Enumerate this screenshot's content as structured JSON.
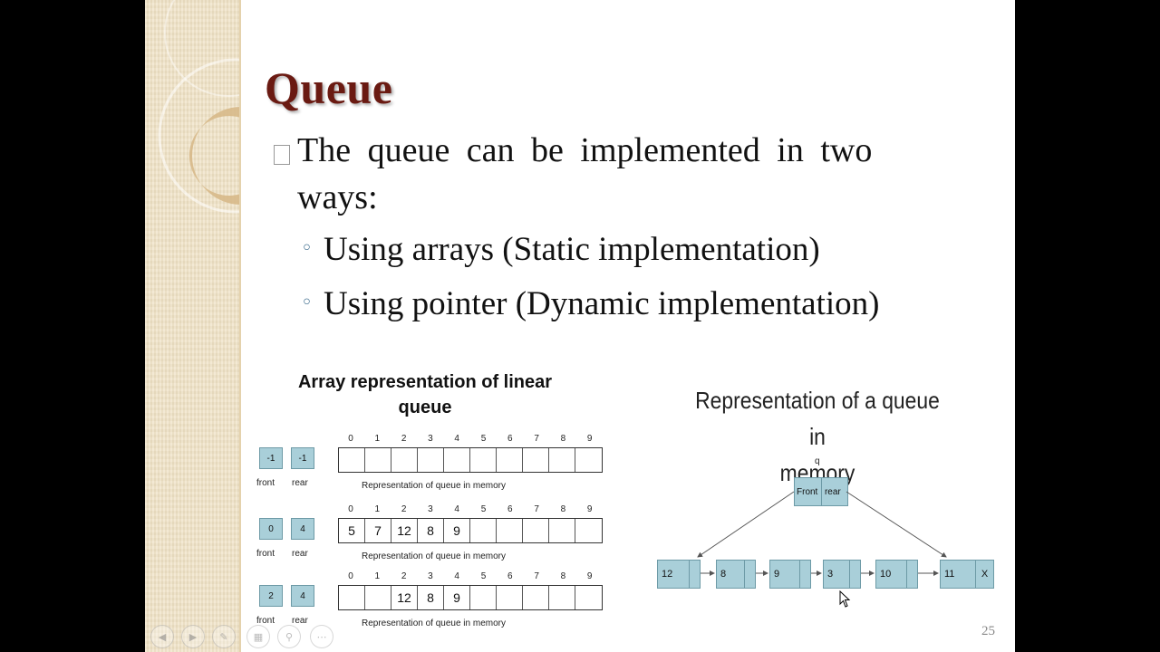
{
  "slide": {
    "title": "Queue",
    "bullet_line1": "The queue can be implemented in two",
    "bullet_line2": "ways:",
    "sub_items": [
      "Using arrays (Static implementation)",
      "Using pointer (Dynamic implementation)"
    ],
    "page_number": "25"
  },
  "array_diagram": {
    "title_line1": "Array representation of linear",
    "title_line2": "queue",
    "indices": [
      "0",
      "1",
      "2",
      "3",
      "4",
      "5",
      "6",
      "7",
      "8",
      "9"
    ],
    "caption": "Representation of queue in memory",
    "front_label": "front",
    "rear_label": "rear",
    "rows": [
      {
        "front": "-1",
        "rear": "-1",
        "cells": [
          "",
          "",
          "",
          "",
          "",
          "",
          "",
          "",
          "",
          ""
        ]
      },
      {
        "front": "0",
        "rear": "4",
        "cells": [
          "5",
          "7",
          "12",
          "8",
          "9",
          "",
          "",
          "",
          "",
          ""
        ]
      },
      {
        "front": "2",
        "rear": "4",
        "cells": [
          "",
          "",
          "12",
          "8",
          "9",
          "",
          "",
          "",
          "",
          ""
        ]
      }
    ]
  },
  "linked_diagram": {
    "title_line1": "Representation of a queue in",
    "title_line2": "memory",
    "q_label": "q",
    "head_front": "Front",
    "head_rear": "rear",
    "nodes": [
      "12",
      "8",
      "9",
      "3",
      "10",
      "11"
    ],
    "terminator": "X"
  },
  "nav_icons": [
    "prev-icon",
    "next-icon",
    "pen-icon",
    "slides-icon",
    "zoom-icon",
    "more-icon"
  ]
}
